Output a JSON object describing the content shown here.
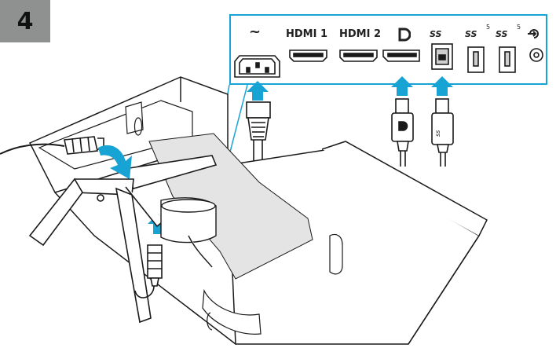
{
  "step": {
    "number": "4"
  },
  "ports": {
    "power_label": "~",
    "hdmi1_label": "HDMI 1",
    "hdmi2_label": "HDMI 2",
    "usb_up_label": "SS",
    "usb_a1_label": "SS",
    "usb_a1_sup": "5",
    "usb_a2_label": "SS",
    "usb_a2_sup": "5"
  },
  "colors": {
    "accent": "#17a3d3",
    "badge": "#8f9090",
    "line": "#1a1a1a",
    "sheet": "#e4e4e4"
  },
  "icons": [
    "displayport-icon",
    "headphone-icon",
    "usb-icon",
    "arrow-up-icon",
    "curved-arrow-icon"
  ]
}
